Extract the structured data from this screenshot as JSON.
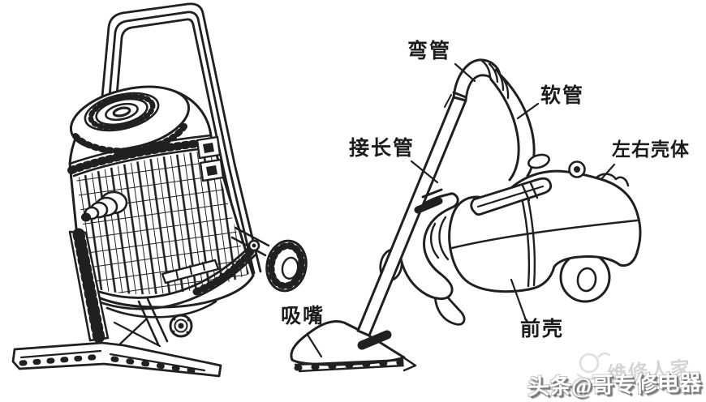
{
  "diagram": {
    "background_color": "#ffffff",
    "line_color": "#202020",
    "subject": "vacuum-cleaner-parts-diagram",
    "parts": {
      "bent_pipe": {
        "label": "弯管"
      },
      "hose": {
        "label": "软管"
      },
      "extension_pipe": {
        "label": "接长管"
      },
      "left_right_shell": {
        "label": "左右壳体"
      },
      "suction_nozzle": {
        "label": "吸嘴"
      },
      "front_shell": {
        "label": "前壳"
      }
    },
    "watermark": {
      "faint_text": "维修人家",
      "main_text": "头条@哥专修电器"
    }
  }
}
